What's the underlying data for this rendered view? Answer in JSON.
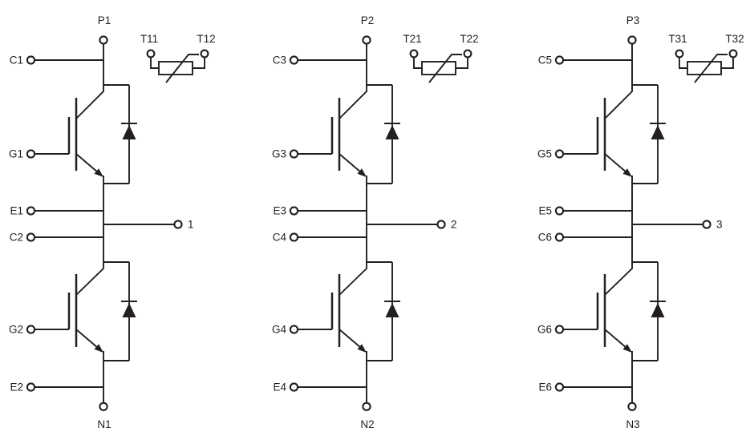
{
  "diagram": {
    "kind": "three-phase IGBT half-bridge module schematic",
    "line_color": "#231f20",
    "background_color": "#ffffff",
    "phases": [
      {
        "dc_plus": "P1",
        "dc_minus": "N1",
        "output": "1",
        "upper_igbt": {
          "collector": "C1",
          "gate": "G1",
          "emitter": "E1"
        },
        "lower_igbt": {
          "collector": "C2",
          "gate": "G2",
          "emitter": "E2"
        },
        "thermistor": {
          "terminal_1": "T11",
          "terminal_2": "T12"
        }
      },
      {
        "dc_plus": "P2",
        "dc_minus": "N2",
        "output": "2",
        "upper_igbt": {
          "collector": "C3",
          "gate": "G3",
          "emitter": "E3"
        },
        "lower_igbt": {
          "collector": "C4",
          "gate": "G4",
          "emitter": "E4"
        },
        "thermistor": {
          "terminal_1": "T21",
          "terminal_2": "T22"
        }
      },
      {
        "dc_plus": "P3",
        "dc_minus": "N3",
        "output": "3",
        "upper_igbt": {
          "collector": "C5",
          "gate": "G5",
          "emitter": "E5"
        },
        "lower_igbt": {
          "collector": "C6",
          "gate": "G6",
          "emitter": "E6"
        },
        "thermistor": {
          "terminal_1": "T31",
          "terminal_2": "T32"
        }
      }
    ]
  }
}
